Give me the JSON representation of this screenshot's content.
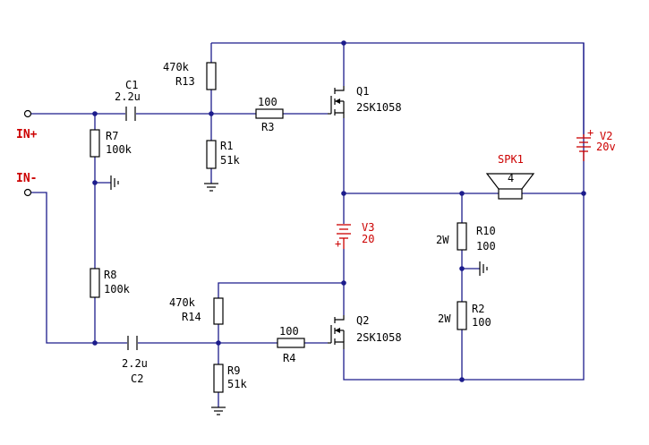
{
  "inputs": {
    "in_plus": "IN+",
    "in_minus": "IN-"
  },
  "resistors": {
    "r13": {
      "name": "R13",
      "value": "470k"
    },
    "r1": {
      "name": "R1",
      "value": "51k"
    },
    "r3": {
      "name": "R3",
      "value": "100"
    },
    "r7": {
      "name": "R7",
      "value": "100k"
    },
    "r8": {
      "name": "R8",
      "value": "100k"
    },
    "r14": {
      "name": "R14",
      "value": "470k"
    },
    "r9": {
      "name": "R9",
      "value": "51k"
    },
    "r4": {
      "name": "R4",
      "value": "100"
    },
    "r10": {
      "name": "R10",
      "value": "100",
      "power": "2W"
    },
    "r2": {
      "name": "R2",
      "value": "100",
      "power": "2W"
    }
  },
  "capacitors": {
    "c1": {
      "name": "C1",
      "value": "2.2u"
    },
    "c2": {
      "name": "C2",
      "value": "2.2u"
    }
  },
  "transistors": {
    "q1": {
      "name": "Q1",
      "part": "2SK1058"
    },
    "q2": {
      "name": "Q2",
      "part": "2SK1058"
    }
  },
  "sources": {
    "v2": {
      "name": "V2",
      "value": "20v"
    },
    "v3": {
      "name": "V3",
      "value": "20"
    }
  },
  "speaker": {
    "name": "SPK1",
    "value": "4"
  },
  "colors": {
    "wire": "#1c1c8c",
    "component": "#000000",
    "label_red": "#cc0000",
    "background": "#ffffff"
  }
}
